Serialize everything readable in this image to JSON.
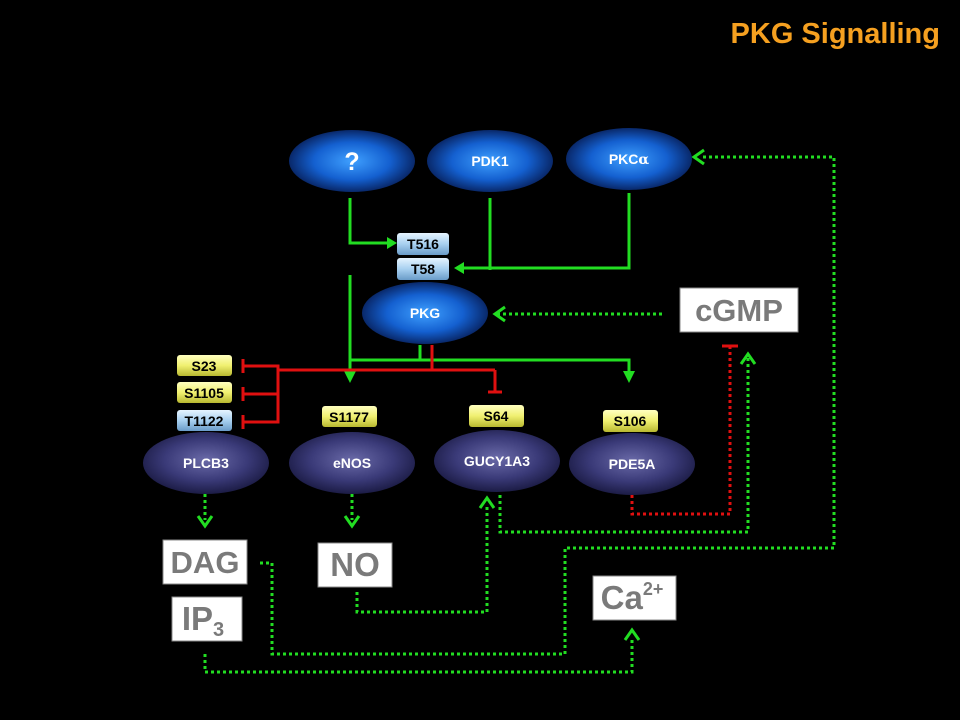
{
  "title": "PKG Signalling",
  "nodes": {
    "unknown": "?",
    "pdk1": "PDK1",
    "pkc": "PKC",
    "pkc_greek": "α",
    "pkg": "PKG",
    "plcb3": "PLCB3",
    "enos": "eNOS",
    "gucy1a3": "GUCY1A3",
    "pde5a": "PDE5A"
  },
  "sites": {
    "t516": "T516",
    "t58": "T58",
    "s23": "S23",
    "s1105": "S1105",
    "t1122": "T1122",
    "s1177": "S1177",
    "s64": "S64",
    "s106": "S106"
  },
  "molecules": {
    "cgmp": "cGMP",
    "dag": "DAG",
    "no": "NO",
    "ip": "IP",
    "ip_sub": "3",
    "ca": "Ca",
    "ca_sup": "2+"
  },
  "colors": {
    "activation": "#22dd22",
    "inhibition": "#e01010",
    "title": "#f5a020",
    "site_yellow": "#f0f070",
    "site_blue": "#a8d0f0"
  }
}
